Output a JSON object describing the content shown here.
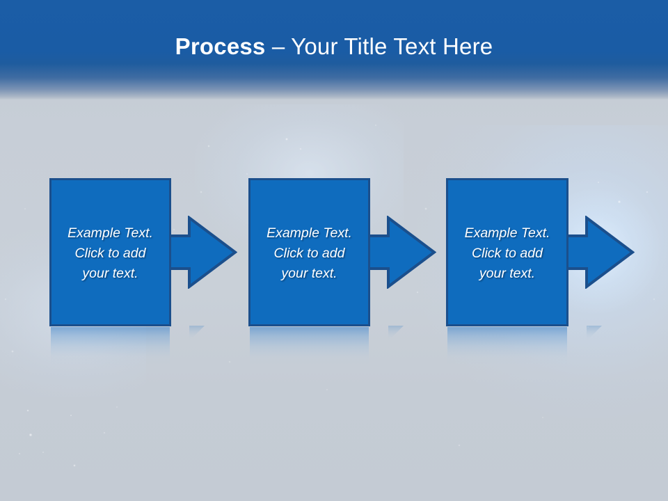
{
  "slide": {
    "title_strong": "Process",
    "title_rest": " – Your Title Text Here",
    "colors": {
      "header_blue": "#1B5DA6",
      "background_gray": "#C6CDD6",
      "box_fill": "#0F6CBE",
      "box_border": "#1B4F8C",
      "text_white": "#FFFFFF"
    }
  },
  "process": {
    "steps": [
      {
        "line1": "Example Text.",
        "line2": "Click  to add",
        "line3": "your text.",
        "arrow_name": "right-arrow-icon"
      },
      {
        "line1": "Example Text.",
        "line2": "Click  to add",
        "line3": "your text.",
        "arrow_name": "right-arrow-icon"
      },
      {
        "line1": "Example Text.",
        "line2": "Click  to add",
        "line3": "your text.",
        "arrow_name": "right-arrow-icon"
      }
    ]
  }
}
